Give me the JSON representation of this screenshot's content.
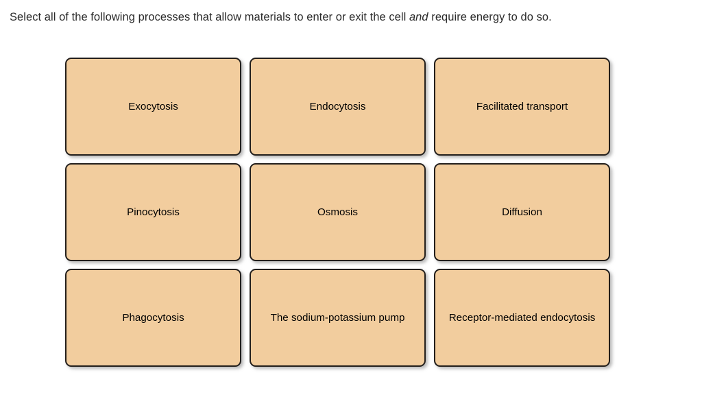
{
  "question": {
    "before_em": "Select all of the following processes that allow materials to enter or exit the cell ",
    "em": "and",
    "after_em": " require energy to do so."
  },
  "colors": {
    "page_background": "#ffffff",
    "card_fill": "#f2cd9e",
    "card_border": "#231f1c",
    "card_text": "#000000",
    "question_text": "#2b2b2b",
    "card_shadow": "rgba(130,130,130,0.55)"
  },
  "choices": [
    {
      "label": "Exocytosis"
    },
    {
      "label": "Endocytosis"
    },
    {
      "label": "Facilitated transport"
    },
    {
      "label": "Pinocytosis"
    },
    {
      "label": "Osmosis"
    },
    {
      "label": "Diffusion"
    },
    {
      "label": "Phagocytosis"
    },
    {
      "label": "The sodium-potassium pump"
    },
    {
      "label": "Receptor-mediated endocytosis"
    }
  ]
}
